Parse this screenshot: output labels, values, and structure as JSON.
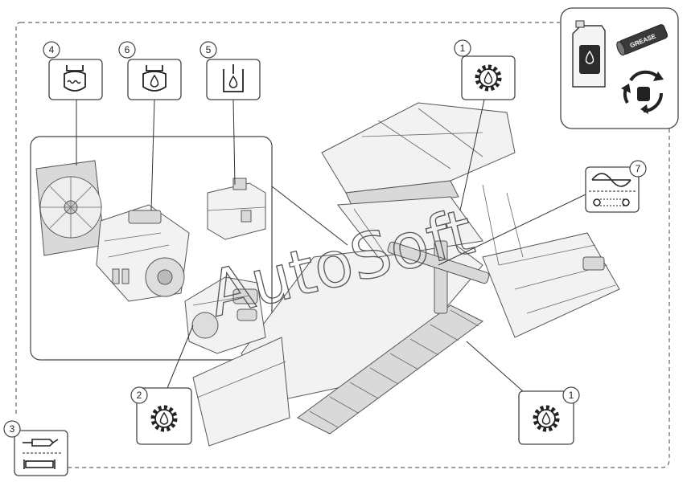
{
  "callouts": [
    {
      "id": "c4",
      "number": "4",
      "icon": "coolant-reservoir-icon"
    },
    {
      "id": "c6",
      "number": "6",
      "icon": "engine-oil-icon"
    },
    {
      "id": "c5",
      "number": "5",
      "icon": "hydraulic-tank-icon"
    },
    {
      "id": "c1a",
      "number": "1",
      "icon": "gear-oil-icon"
    },
    {
      "id": "c7",
      "number": "7",
      "icon": "drive-belt-icon"
    },
    {
      "id": "c2",
      "number": "2",
      "icon": "gear-oil-icon"
    },
    {
      "id": "c1b",
      "number": "1",
      "icon": "gear-oil-icon"
    },
    {
      "id": "c3",
      "number": "3",
      "icon": "grease-fittings-icon"
    }
  ],
  "supplies": {
    "grease_label": "GREASE",
    "icons": [
      "oil-canister-icon",
      "grease-cartridge-icon",
      "replacement-cycle-icon"
    ]
  },
  "watermark": "AutoSoft"
}
